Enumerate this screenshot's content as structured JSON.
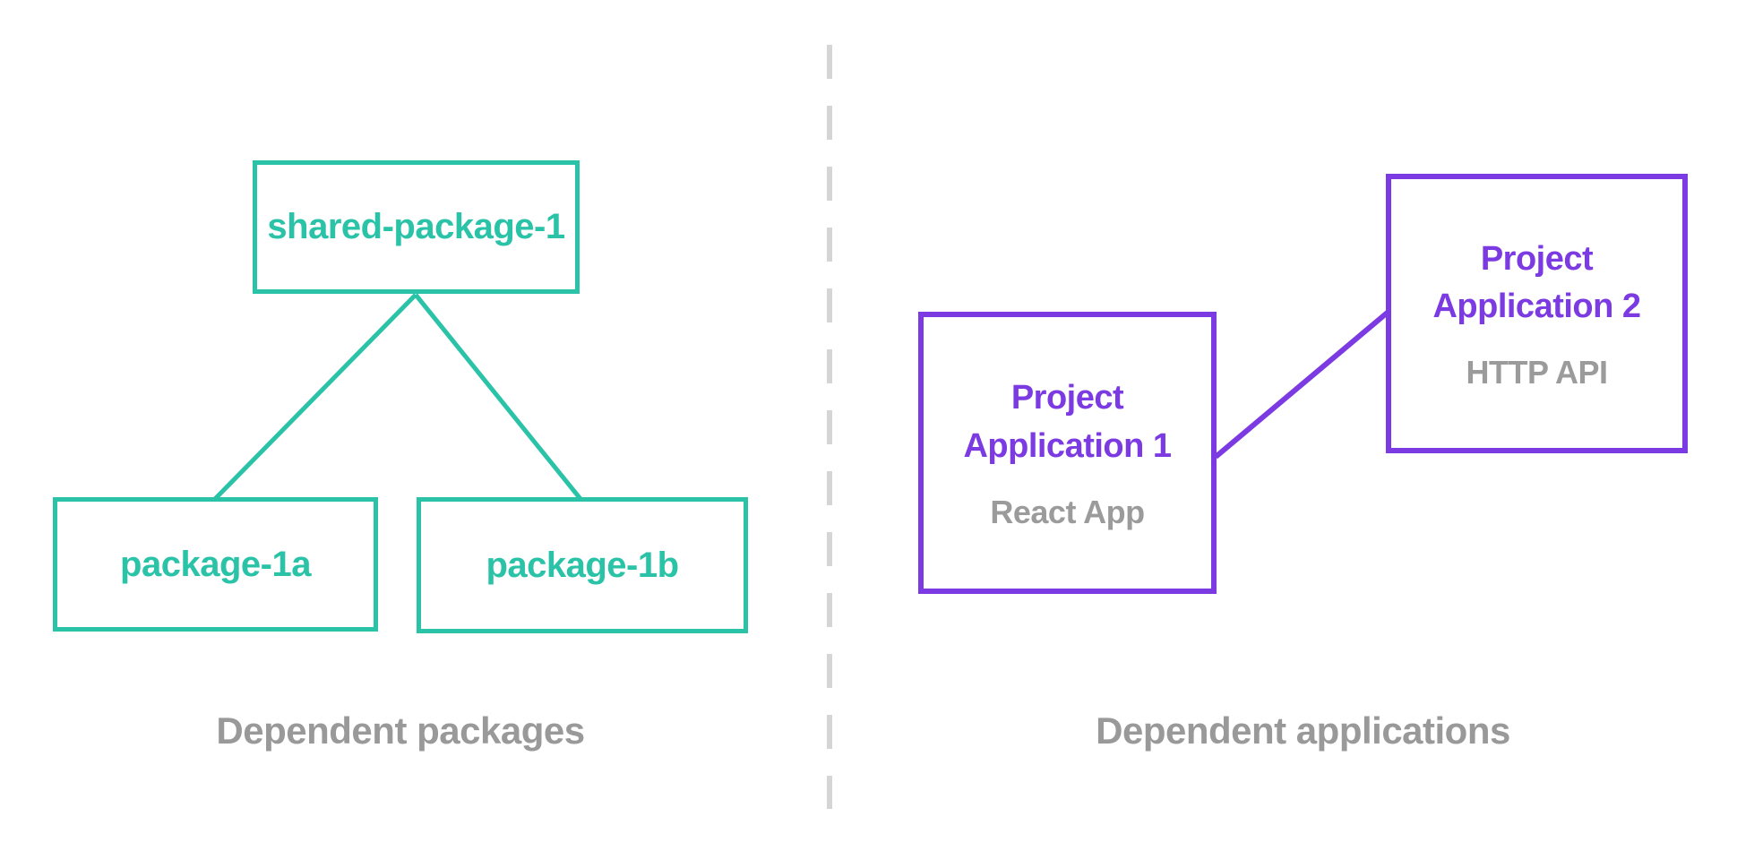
{
  "colors": {
    "teal": "#2BC3A8",
    "purple": "#7C3AE2",
    "caption_gray": "#999999",
    "subtitle_gray": "#9B9B9B",
    "divider_gray": "#D5D5D5"
  },
  "left": {
    "caption": "Dependent packages",
    "root": {
      "label": "shared-package-1"
    },
    "children": [
      {
        "label": "package-1a"
      },
      {
        "label": "package-1b"
      }
    ],
    "edges": [
      "shared-package-1 -> package-1a",
      "shared-package-1 -> package-1b"
    ]
  },
  "right": {
    "caption": "Dependent applications",
    "boxes": [
      {
        "title_lines": [
          "Project",
          "Application 1"
        ],
        "subtitle": "React App"
      },
      {
        "title_lines": [
          "Project",
          "Application 2"
        ],
        "subtitle": "HTTP API"
      }
    ],
    "edges": [
      "Project Application 1 -> Project Application 2"
    ]
  }
}
